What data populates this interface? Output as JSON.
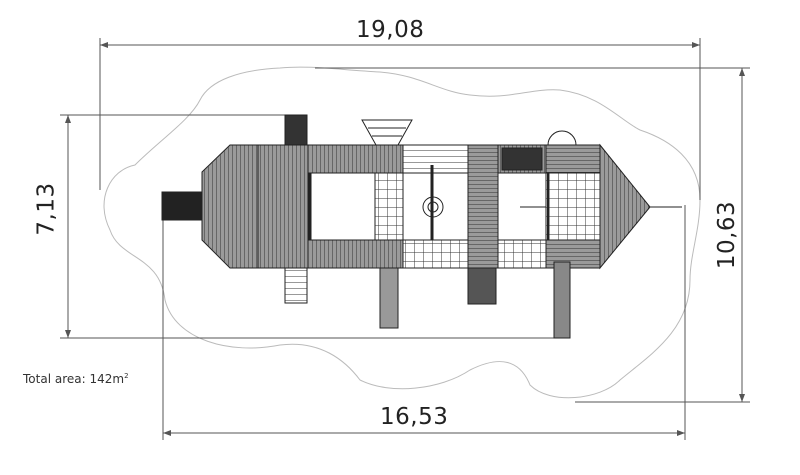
{
  "drawing": {
    "overall_length": "19,08",
    "structure_length": "16,53",
    "structure_width": "7,13",
    "overall_width": "10,63",
    "total_area_label": "Total area: 142m",
    "area_unit_superscript": "2"
  }
}
